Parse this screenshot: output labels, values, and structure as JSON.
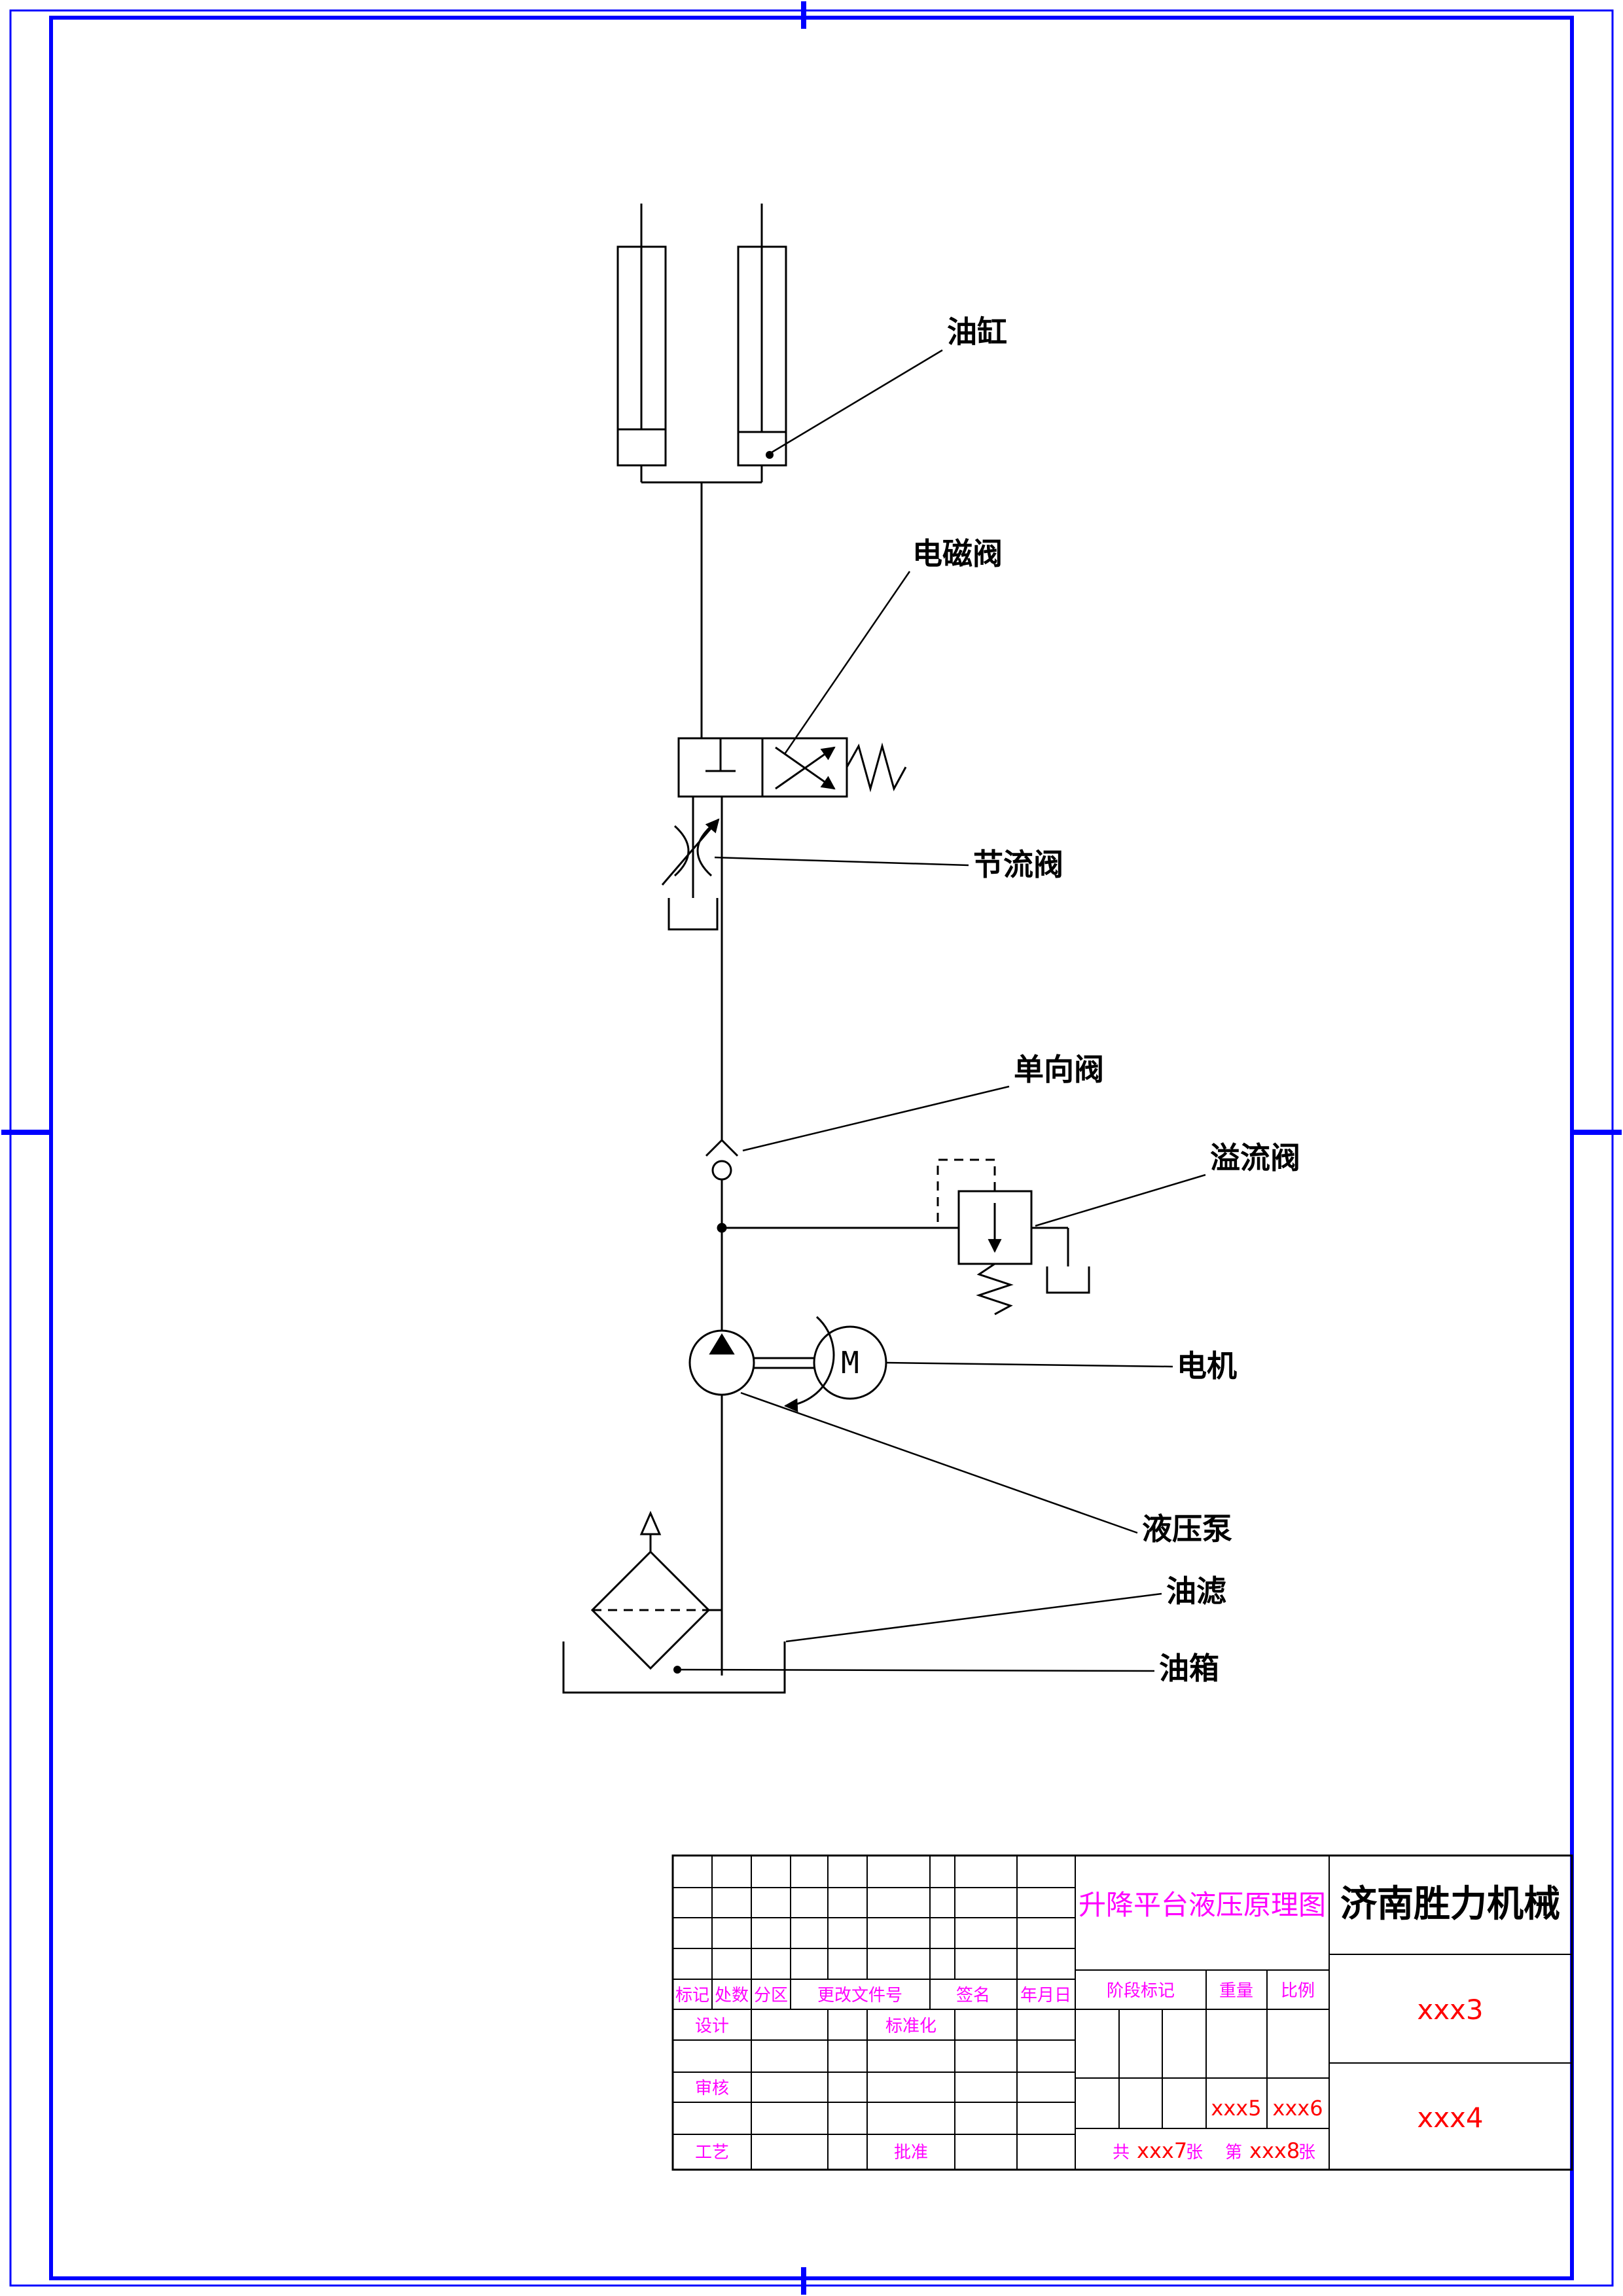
{
  "colors": {
    "frame_blue": "#0000ff",
    "line_black": "#000000",
    "titleblock_magenta": "#ff00ff",
    "value_red": "#ff0000"
  },
  "schematic": {
    "labels": {
      "cylinder": "油缸",
      "solenoid_valve": "电磁阀",
      "throttle_valve": "节流阀",
      "check_valve": "单向阀",
      "relief_valve": "溢流阀",
      "motor": "电机",
      "pump": "液压泵",
      "filter": "油滤",
      "tank": "油箱"
    },
    "motor_letter": "M"
  },
  "titleblock": {
    "company": "济南胜力机械",
    "title": "升降平台液压原理图",
    "cols": {
      "mark": "标记",
      "count": "处数",
      "zone": "分区",
      "change_no": "更改文件号",
      "sign": "签名",
      "date": "年月日"
    },
    "rows": {
      "design": "设计",
      "standardize": "标准化",
      "check": "审核",
      "craft": "工艺",
      "approve": "批准"
    },
    "fields": {
      "stage": "阶段标记",
      "weight": "重量",
      "scale": "比例"
    },
    "values": {
      "drawing_no": "xxx3",
      "code": "xxx4",
      "weight": "xxx5",
      "scale": "xxx6",
      "sheet_total": "xxx7",
      "sheet_no": "xxx8"
    },
    "sheet": {
      "total_prefix": "共",
      "total_suffix": "张",
      "no_prefix": "第",
      "no_suffix": "张"
    }
  }
}
